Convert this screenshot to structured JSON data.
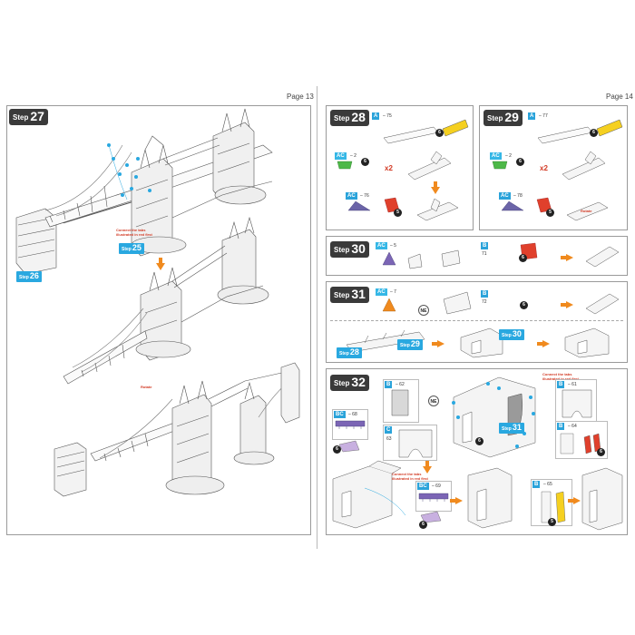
{
  "pages": {
    "left": {
      "number": "Page 13"
    },
    "right": {
      "number": "Page 14"
    }
  },
  "steps": {
    "s27": {
      "word": "Step",
      "num": "27",
      "ref_a": "25",
      "ref_b": "26",
      "note": "Connect the tabs\nillustrated in red first",
      "rotate": "Rotate"
    },
    "s28": {
      "word": "Step",
      "num": "28",
      "row1": "A",
      "row2": "AC",
      "row3": "AC",
      "sheet1": "75",
      "sheet2": "2",
      "sheet3": "76",
      "c1": "6",
      "c2": "6",
      "c3": "5",
      "mult": "x2"
    },
    "s29": {
      "word": "Step",
      "num": "29",
      "row1": "A",
      "row2": "AC",
      "row3": "AC",
      "sheet1": "77",
      "sheet2": "2",
      "sheet3": "78",
      "c1": "6",
      "c2": "6",
      "c3": "5",
      "mult": "x2",
      "rotate": "Rotate"
    },
    "s30": {
      "word": "Step",
      "num": "30",
      "row1": "AC",
      "row2": "B",
      "sheet1": "5",
      "sheet2": "71",
      "c1": "6"
    },
    "s31": {
      "word": "Step",
      "num": "31",
      "row1": "AC",
      "row2": "B",
      "sheet1": "7",
      "sheet2": "72",
      "c1": "6",
      "ne": "NE",
      "ref_a": "28",
      "ref_b": "29",
      "ref_c": "30"
    },
    "s32": {
      "word": "Step",
      "num": "32",
      "boxA": "B",
      "boxB": "BC",
      "boxC": "B",
      "boxD": "C",
      "boxE": "B",
      "boxF": "B",
      "boxG": "BC",
      "sheetA": "62",
      "sheetB": "68",
      "sheetC": "61",
      "sheetD": "63",
      "sheetE": "64",
      "sheetF": "65",
      "sheetG": "69",
      "ne": "NE",
      "ref": "31",
      "note1": "Connect the tabs\nillustrated in red first",
      "note2": "Connect the tabs\nillustrated in red first",
      "c1": "6",
      "c2": "6",
      "c3": "6",
      "c4": "6",
      "c5": "5"
    }
  }
}
